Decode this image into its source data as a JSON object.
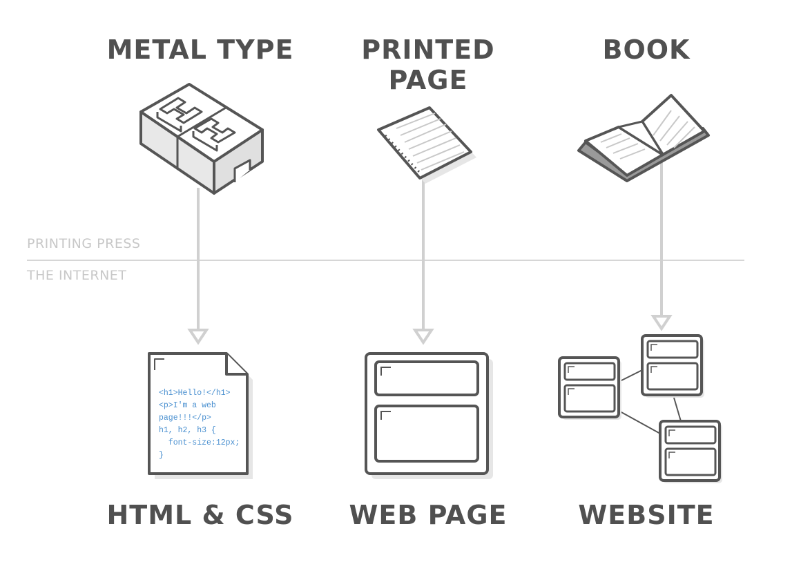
{
  "columns": [
    {
      "top": "METAL TYPE",
      "bottom": "HTML & CSS"
    },
    {
      "top": "PRINTED PAGE",
      "bottom": "WEB PAGE"
    },
    {
      "top": "BOOK",
      "bottom": "WEBSITE"
    }
  ],
  "eras": {
    "above": "PRINTING PRESS",
    "below": "THE INTERNET"
  },
  "code_snippet": [
    "<h1>Hello!</h1>",
    "<p>I'm a web",
    "page!!!</p>",
    "h1, h2, h3 {",
    "  font-size:12px;",
    "}"
  ],
  "colors": {
    "ink": "#505050",
    "light_gray": "#d0d0d0",
    "divider": "#d6d6d6",
    "code_blue": "#4a90d0"
  }
}
